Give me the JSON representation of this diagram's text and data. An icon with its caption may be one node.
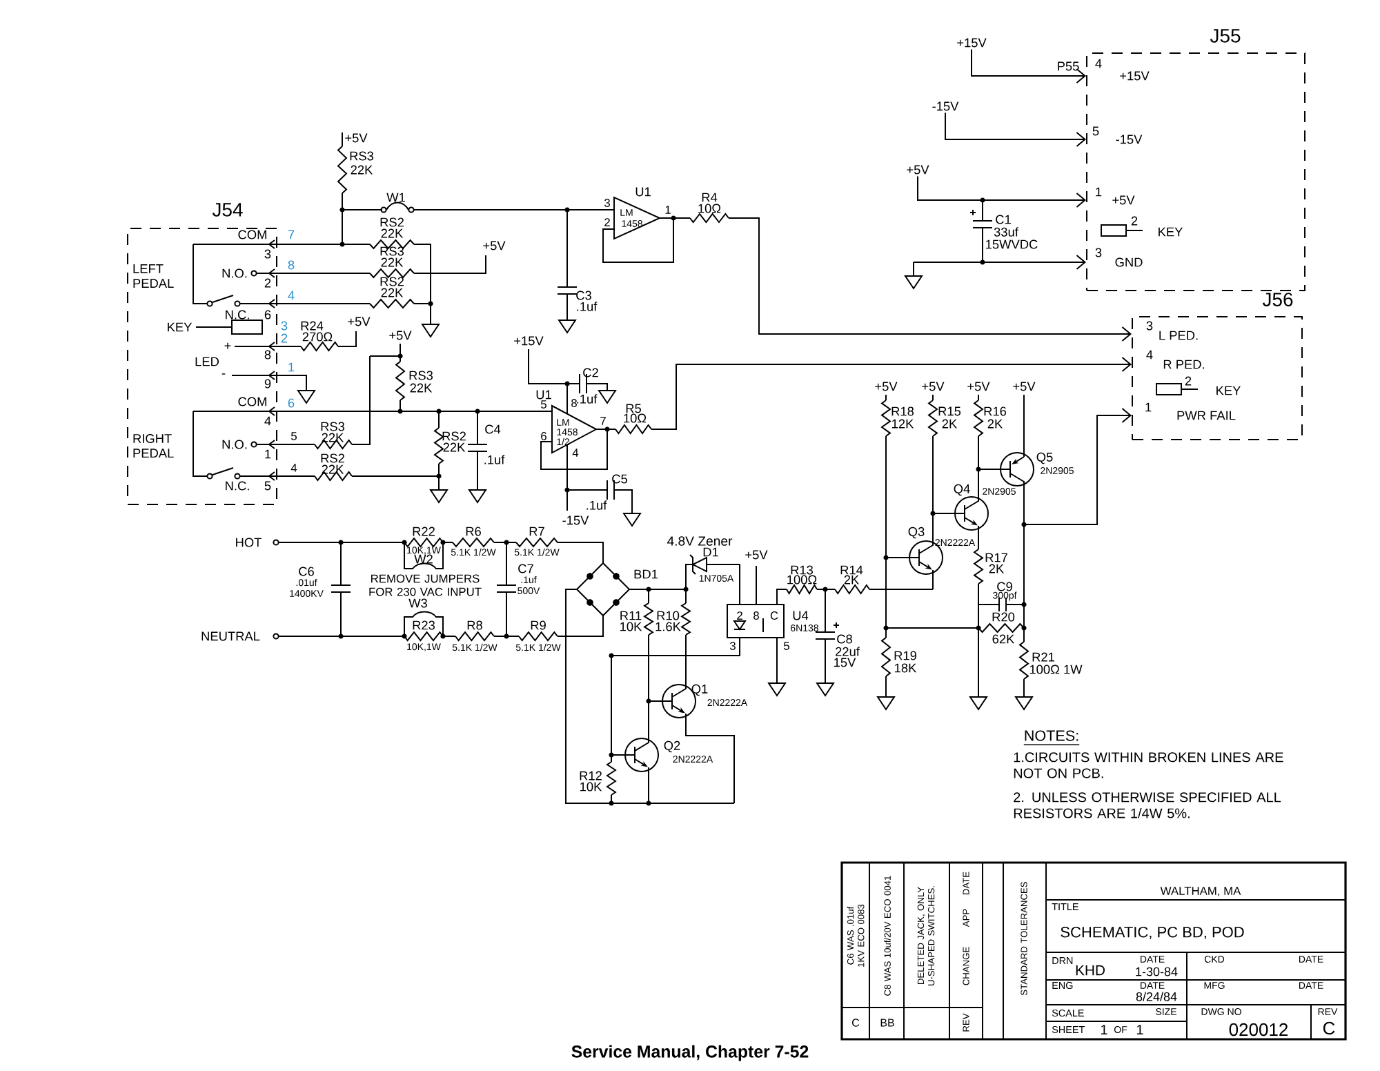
{
  "diagram": {
    "caption": "Service Manual, Chapter 7-52",
    "nodes": [
      {
        "text": [
          "J54",
          "COM",
          "3",
          "LEFT PEDAL",
          "N.O.",
          "2",
          "N.C.",
          "6",
          "KEY",
          "+",
          "8",
          "LED",
          "-",
          "9",
          "COM",
          "4",
          "RIGHT PEDAL",
          "N.O.",
          "1",
          "N.C.",
          "5"
        ],
        "beside": [
          "7",
          "8",
          "4",
          "3",
          "2",
          "1",
          "6",
          "5",
          "4"
        ]
      },
      {
        "text": [
          "J55",
          "4",
          "+15V",
          "5",
          "-15V",
          "1",
          "+5V",
          "2",
          "KEY",
          "3",
          "GND"
        ]
      },
      {
        "text": [
          "J56",
          "3",
          "L PED.",
          "4",
          "R PED.",
          "2",
          "KEY",
          "1",
          "PWR FAIL"
        ]
      },
      {
        "text": [
          "+15V"
        ]
      },
      {
        "text": [
          "-15V"
        ]
      },
      {
        "text": [
          "+5V"
        ]
      }
    ],
    "edges": [
      {
        "from": 3,
        "to": 1,
        "arrow": "to"
      },
      {
        "from": 4,
        "to": 1,
        "arrow": "to"
      },
      {
        "from": 5,
        "to": 1,
        "arrow": "to"
      },
      {
        "from": null,
        "to": 1,
        "arrow": "to"
      },
      {
        "from": null,
        "to": 2,
        "arrow": "to"
      },
      {
        "from": null,
        "to": 2,
        "arrow": "to"
      },
      {
        "from": null,
        "to": 2,
        "arrow": "to"
      }
    ],
    "labels": [
      "+5V",
      "RS3",
      "22K",
      "W1",
      "RS2",
      "22K",
      "RS3",
      "22K",
      "RS2",
      "22K",
      "+5V",
      "R24",
      "270Ω",
      "+5V",
      "3",
      "2",
      "1",
      "U1",
      "LM",
      "1458",
      "R4",
      "10Ω",
      "C3",
      ".1uf",
      "+5V",
      "RS3",
      "22K",
      "RS3",
      "22K",
      "RS2",
      "22K",
      "RS2",
      "22K",
      "C4",
      ".1uf",
      "+15V",
      "C2",
      ".1uf",
      "U1",
      "5",
      "8",
      "LM",
      "1458",
      "1/2",
      "6",
      "4",
      "7",
      "R5",
      "10Ω",
      "C5",
      ".1uf",
      "-15V",
      "P55",
      "C1",
      "33uf",
      "15WVDC",
      "+5V",
      "+5V",
      "+5V",
      "+5V",
      "R18",
      "12K",
      "R15",
      "2K",
      "R16",
      "2K",
      "Q5",
      "2N2905",
      "Q4",
      "2N2905",
      "Q3",
      "2N2222A",
      "R13",
      "100Ω",
      "R14",
      "2K",
      "R17",
      "2K",
      "C9",
      "300pf",
      "R20",
      "C8",
      "62K",
      "22uf",
      "15V",
      "R19",
      "18K",
      "R21",
      "100Ω 1W",
      "HOT",
      "NEUTRAL",
      "C6",
      ".01uf",
      "1400KV",
      "R22",
      "10K,1W",
      "W2",
      "R6",
      "5.1K 1/2W",
      "R7",
      "5.1K 1/2W",
      "REMOVE JUMPERS FOR 230 VAC INPUT",
      "C7",
      ".1uf",
      "500V",
      "W3",
      "R23",
      "10K,1W",
      "R8",
      "5.1K 1/2W",
      "R9",
      "5.1K 1/2W",
      "BD1",
      "4.8V Zener",
      "D1",
      "1N705A",
      "+5V",
      "R11",
      "10K",
      "R10",
      "1.6K",
      "2",
      "8",
      "C",
      "U4",
      "6N138",
      "3",
      "5",
      "Q1",
      "2N2222A",
      "Q2",
      "2N2222A",
      "R12",
      "10K",
      "NOTES:",
      "1.CIRCUITS WITHIN BROKEN LINES ARE NOT ON PCB.",
      "2. UNLESS OTHERWISE SPECIFIED ALL RESISTORS ARE 1/4W 5%.",
      "C6 WAS .01uf 1KV ECO 0083",
      "C8 WAS 10uf/20V ECO 0041",
      "DELETED JACK, ONLY U-SHAPED SWITCHES.",
      "C",
      "BB",
      "DATE",
      "APP",
      "CHANGE",
      "REV",
      "STANDARD TOLERANCES",
      "WALTHAM, MA",
      "TITLE",
      "SCHEMATIC, PC BD, POD",
      "DRN",
      "KHD",
      "DATE",
      "1-30-84",
      "CKD",
      "DATE",
      "ENG",
      "DATE",
      "8/24/84",
      "MFG",
      "DATE",
      "SCALE",
      "SIZE",
      "DWG NO",
      "REV",
      "SHEET",
      "1",
      "OF",
      "1",
      "020012",
      "C"
    ]
  }
}
